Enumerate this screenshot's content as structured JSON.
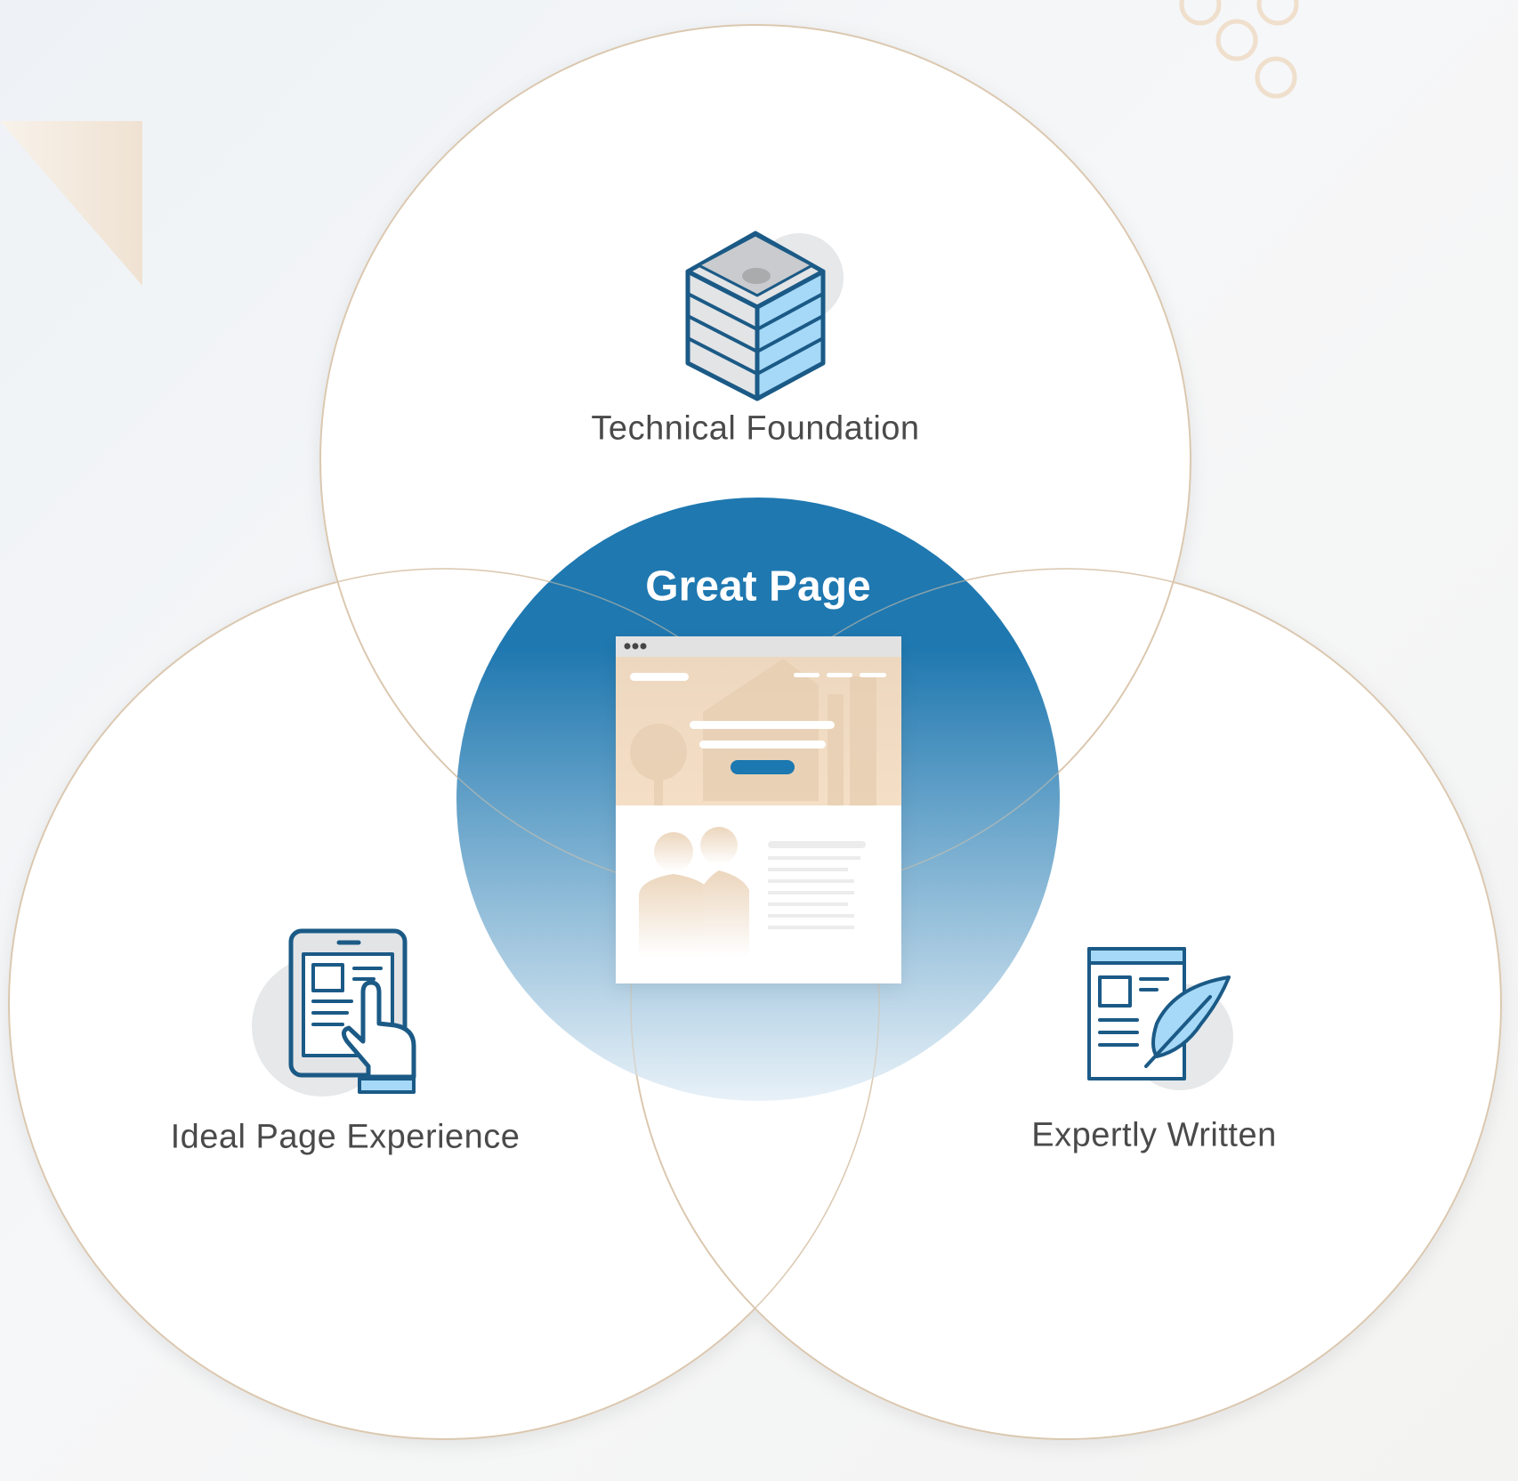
{
  "diagram": {
    "center": {
      "title": "Great Page"
    },
    "circles": [
      {
        "label": "Technical Foundation",
        "icon": "server-stack-icon"
      },
      {
        "label": "Ideal Page Experience",
        "icon": "tablet-touch-icon"
      },
      {
        "label": "Expertly Written",
        "icon": "document-feather-icon"
      }
    ]
  },
  "colors": {
    "primary_blue": "#1f78b0",
    "light_blue": "#a8d8f5",
    "outline": "#1b5a86",
    "circle_border": "#e0cdb6",
    "beige": "#f1dcc3"
  }
}
